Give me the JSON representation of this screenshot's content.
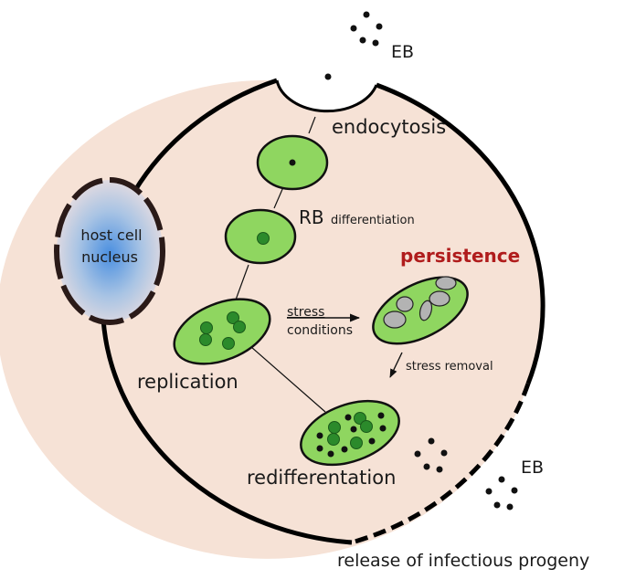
{
  "title": "Chlamydia developmental cycle and persistence",
  "colors": {
    "cytoplasm": "#f6e2d6",
    "inclusion_fill": "#8fd660",
    "inclusion_stroke": "#111111",
    "bacterium_dark": "#2b8a2b",
    "aberrant_body": "#b3b3b3",
    "nucleus_blue": "#4a8fe0",
    "persistence_red": "#b01c1c",
    "membrane": "#000000",
    "nuclear_envelope": "#2a1a18"
  },
  "labels": {
    "eb_top": "EB",
    "endocytosis": "endocytosis",
    "rb": "RB",
    "differentiation": "differentiation",
    "nucleus_line1": "host cell",
    "nucleus_line2": "nucleus",
    "persistence": "persistence",
    "stress_line1": "stress",
    "stress_line2": "conditions",
    "stress_removal": "stress removal",
    "replication": "replication",
    "redifferentiation": "redifferentation",
    "eb_bottom": "EB",
    "release": "release of infectious progeny"
  },
  "stages": [
    {
      "name": "endocytosis",
      "contents": "single EB"
    },
    {
      "name": "RB differentiation",
      "contents": "single RB"
    },
    {
      "name": "replication",
      "contents": "5 RBs"
    },
    {
      "name": "persistence",
      "contents": "5 aberrant bodies"
    },
    {
      "name": "redifferentiation",
      "contents": "RBs and EBs"
    }
  ]
}
